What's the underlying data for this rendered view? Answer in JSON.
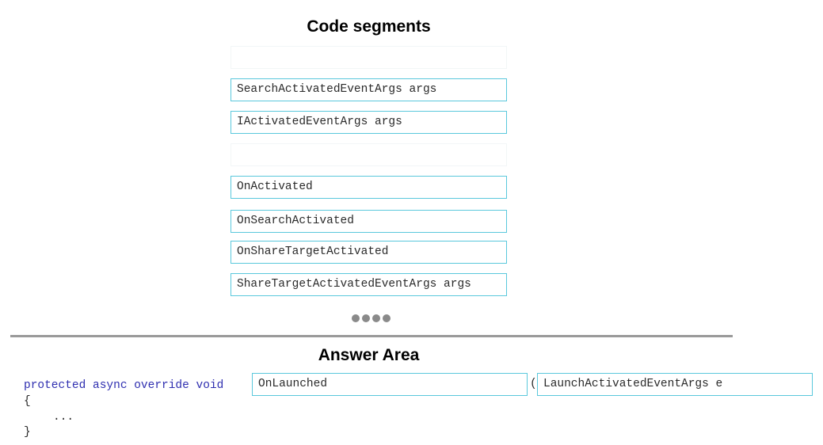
{
  "headings": {
    "code_segments": "Code segments",
    "answer_area": "Answer Area"
  },
  "segments": [
    {
      "label": ""
    },
    {
      "label": "SearchActivatedEventArgs args"
    },
    {
      "label": "IActivatedEventArgs args"
    },
    {
      "label": ""
    },
    {
      "label": "OnActivated"
    },
    {
      "label": "OnSearchActivated"
    },
    {
      "label": "OnShareTargetActivated"
    },
    {
      "label": "ShareTargetActivatedEventArgs args"
    }
  ],
  "answer": {
    "signature_prefix": "protected async override void",
    "method_slot": "OnLaunched",
    "open_paren": "(",
    "args_slot": "LaunchActivatedEventArgs e",
    "open_brace": "{",
    "body": "...",
    "close_brace": "}"
  },
  "colors": {
    "keyword": "#2f2fb0",
    "slot_border": "#5ac8dc",
    "divider": "#9a9a9a",
    "pager_dots": "#8a8a8a"
  }
}
